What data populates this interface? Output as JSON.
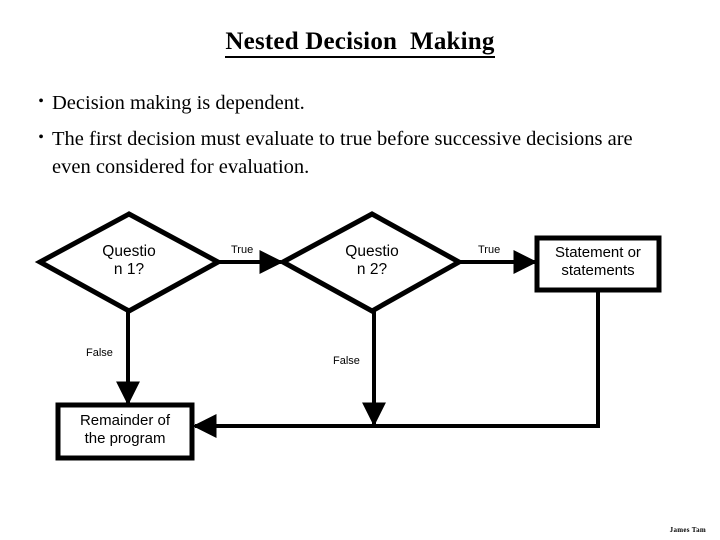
{
  "slide": {
    "title": "Nested Decision  Making",
    "bullets": [
      {
        "marker": "•",
        "text": "Decision making is dependent."
      },
      {
        "marker": "•",
        "text": "The first decision must evaluate to true before successive decisions are even considered for evaluation."
      }
    ],
    "credit": "James Tam"
  },
  "flowchart": {
    "nodes": {
      "decision1": {
        "shape": "diamond",
        "label": "Questio\nn 1?"
      },
      "decision2": {
        "shape": "diamond",
        "label": "Questio\nn 2?"
      },
      "statement": {
        "shape": "rectangle",
        "label": "Statement or\nstatements"
      },
      "remainder": {
        "shape": "rectangle",
        "label": "Remainder of\nthe program"
      }
    },
    "edges": {
      "d1_true": {
        "label": "True",
        "from": "decision1",
        "to": "decision2"
      },
      "d1_false": {
        "label": "False",
        "from": "decision1",
        "to": "remainder"
      },
      "d2_true": {
        "label": "True",
        "from": "decision2",
        "to": "statement"
      },
      "d2_false": {
        "label": "False",
        "from": "decision2",
        "to": "remainder"
      },
      "stmt_out": {
        "label": "",
        "from": "statement",
        "to": "remainder"
      }
    },
    "stroke_color": "#000000",
    "fill_color": "#ffffff"
  }
}
